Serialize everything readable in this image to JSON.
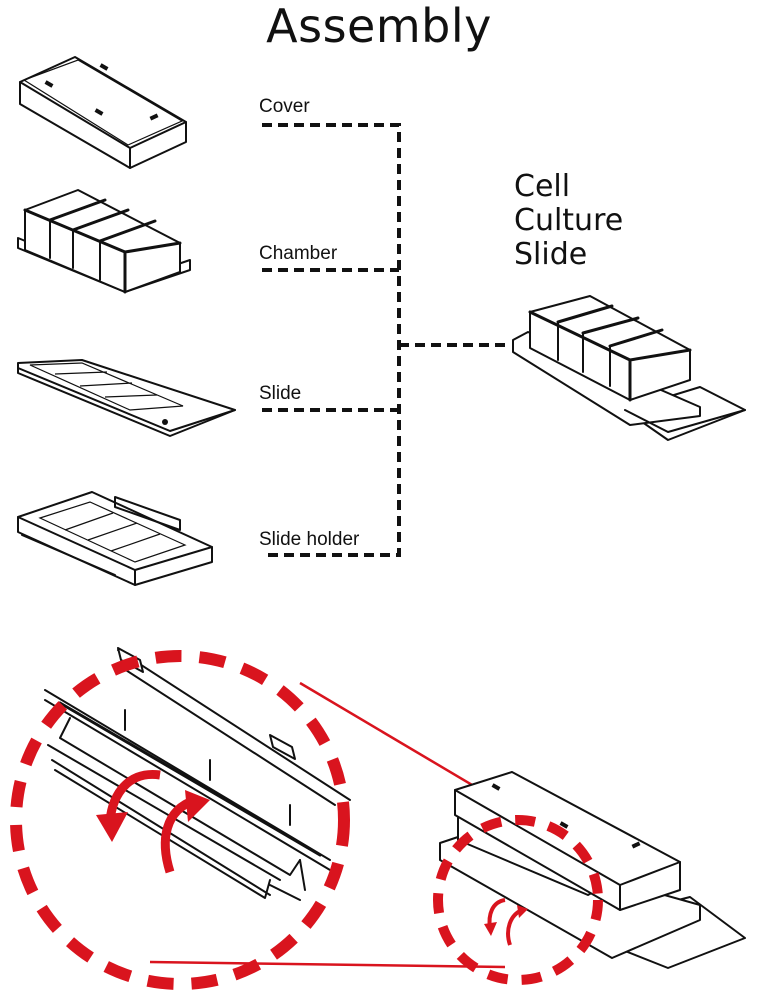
{
  "title": "Assembly",
  "components": [
    {
      "label": "Cover",
      "icon": "cover-icon"
    },
    {
      "label": "Chamber",
      "icon": "chamber-icon"
    },
    {
      "label": "Slide",
      "icon": "slide-icon"
    },
    {
      "label": "Slide holder",
      "icon": "slide-holder-icon"
    }
  ],
  "result": {
    "lines": [
      "Cell",
      "Culture",
      "Slide"
    ],
    "icon": "assembled-slide-icon"
  },
  "detail": {
    "description": "Magnified view of slide holder clip with rotation arrows",
    "accent_color": "#d9141e"
  }
}
